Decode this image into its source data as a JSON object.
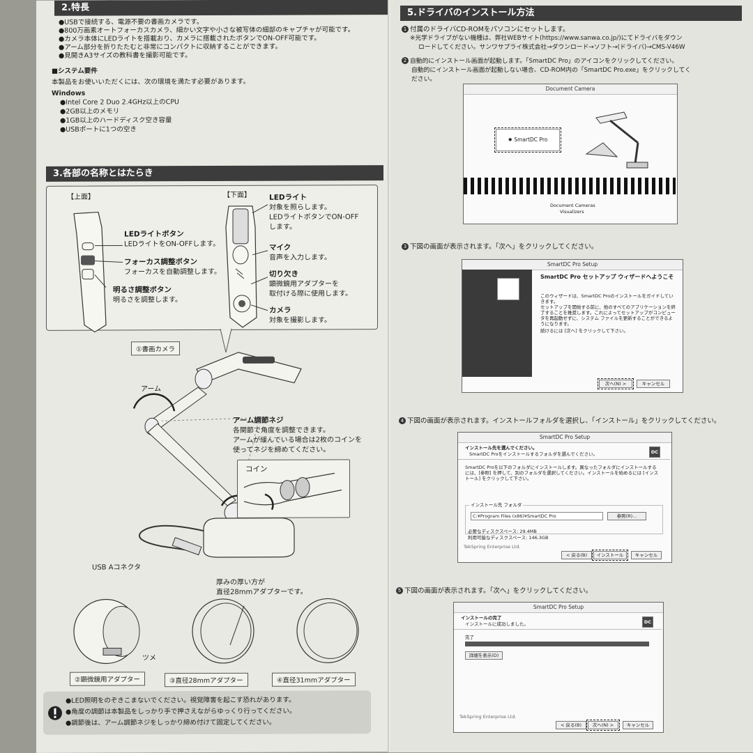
{
  "features": {
    "title": "2.特長",
    "items": [
      "●USBで接続する、電源不要の書画カメラです。",
      "●800万画素オートフォーカスカメラ、細かい文字や小さな被写体の細部のキャプチャが可能です。",
      "●カメラ本体にLEDライトを搭載おり、カメラに搭載されたボタンでON-OFF可能です。",
      "●アーム部分を折りたたむと非常にコンパクトに収納することができます。",
      "●見開きA3サイズの教科書を撮影可能です。"
    ]
  },
  "requirements": {
    "title": "■システム要件",
    "intro": "本製品をお使いいただくには、次の環境を満たす必要があります。",
    "os": "Windows",
    "items": [
      "●Intel Core 2 Duo 2.4GHz以上のCPU",
      "●2GB以上のメモリ",
      "●1GB以上のハードディスク空き容量",
      "●USBポートに1つの空き"
    ]
  },
  "parts": {
    "title": "3.各部の名称とはたらき",
    "top_view": "【上面】",
    "bottom_view": "【下面】",
    "led_button_title": "LEDライトボタン",
    "led_button_desc": "LEDライトをON-OFFします。",
    "focus_button_title": "フォーカス調整ボタン",
    "focus_button_desc": "フォーカスを自動調整します。",
    "brightness_button_title": "明るさ調整ボタン",
    "brightness_button_desc": "明るさを調整します。",
    "led_light_title": "LEDライト",
    "led_light_desc": [
      "対象を照らします。",
      "LEDライトボタンでON-OFF",
      "します。"
    ],
    "mic_title": "マイク",
    "mic_desc": "音声を入力します。",
    "notch_title": "切り欠き",
    "notch_desc": [
      "顕微鏡用アダプターを",
      "取付ける際に使用します。"
    ],
    "camera_title": "カメラ",
    "camera_desc": "対象を撮影します。",
    "doc_camera_caption": "①書画カメラ",
    "arm_label": "アーム",
    "arm_screw_title": "アーム調節ネジ",
    "arm_screw_desc": [
      "各関節で角度を調整できます。",
      "アームが緩んでいる場合は2枚のコインを",
      "使ってネジを締めてください。"
    ],
    "coin_label": "コイン",
    "usb_label": "USB Aコネクタ",
    "thick_note": [
      "厚みの厚い方が",
      "直径28mmアダプターです。"
    ],
    "tsume_label": "ツメ",
    "adapter_micro": "②顕微鏡用アダプター",
    "adapter_28": "③直径28mmアダプター",
    "adapter_31": "④直径31mmアダプター"
  },
  "warnings": [
    "●LED照明をのぞきこまないでください。視覚障害を起こす恐れがあります。",
    "●角度の調節は本製品をしっかり手で押さえながらゆっくり行ってください。",
    "●調節後は、アーム調節ネジをしっかり締め付けて固定してください。"
  ],
  "install": {
    "title": "5.ドライバのインストール方法",
    "step1": [
      "付属のドライバCD-ROMをパソコンにセットします。",
      "※光学ドライブがない機種は、弊社WEBサイト(https://www.sanwa.co.jp/)にてドライバをダウン",
      "ロードしてください。サンワサプライ株式会社→ダウンロード→ソフト→(ドライバ)→CMS-V46W"
    ],
    "step2": [
      "自動的にインストール画面が起動します。「SmartDC Pro」のアイコンをクリックしてください。",
      "自動的にインストール画面が起動しない場合、CD-ROM内の「SmartDC Pro.exe」をクリックしてく",
      "ださい。"
    ],
    "step3": "下図の画面が表示されます。「次へ」をクリックしてください。",
    "step4": "下図の画面が表示されます。インストールフォルダを選択し、「インストール」をクリックしてください。",
    "step5": "下図の画面が表示されます。「次へ」をクリックしてください。"
  },
  "screen1": {
    "title": "Document Camera",
    "icon_label": "SmartDC Pro",
    "footer1": "Document Cameras",
    "footer2": "Visualizers"
  },
  "screen2": {
    "title": "SmartDC Pro Setup",
    "heading": "SmartDC Pro セットアップ ウィザードへようこそ",
    "p1": "このウィザードは、SmartDC Proのインストールをガイドしていきます。",
    "p2": "セットアップを開始する前に、他のすべてのアプリケーションを終了することを推奨します。これによってセットアップがコンピュータを再起動せずに、システム ファイルを更新することができるようになります。",
    "p3": "続けるには [次へ] をクリックして下さい。",
    "next": "次へ(N) >",
    "cancel": "キャンセル"
  },
  "screen3": {
    "title": "SmartDC Pro Setup",
    "heading": "インストール先を選んでください。",
    "sub": "SmartDC Proをインストールするフォルダを選んでください。",
    "desc": "SmartDC Proを以下のフォルダにインストールします。異なったフォルダにインストールするには、[参照] を押して、別のフォルダを選択してください。インストールを始めるには [インストール] をクリックして下さい。",
    "group": "インストール先 フォルダ",
    "path": "C:¥Program Files (x86)¥SmartDC Pro",
    "browse": "参照(R)...",
    "space_req": "必要なディスクスペース: 29.4MB",
    "space_free": "利用可能なディスクスペース: 146.3GB",
    "vendor": "TekSpring Enterprise Ltd.",
    "back": "< 戻る(B)",
    "install": "インストール",
    "cancel": "キャンセル",
    "badge": "DC"
  },
  "screen4": {
    "title": "SmartDC Pro Setup",
    "heading": "インストールの完了",
    "sub": "インストールに成功しました。",
    "status": "完了",
    "details": "詳細を表示(D)",
    "vendor": "TekSpring Enterprise Ltd.",
    "back": "< 戻る(B)",
    "next": "次へ(N) >",
    "cancel": "キャンセル",
    "badge": "DC"
  }
}
